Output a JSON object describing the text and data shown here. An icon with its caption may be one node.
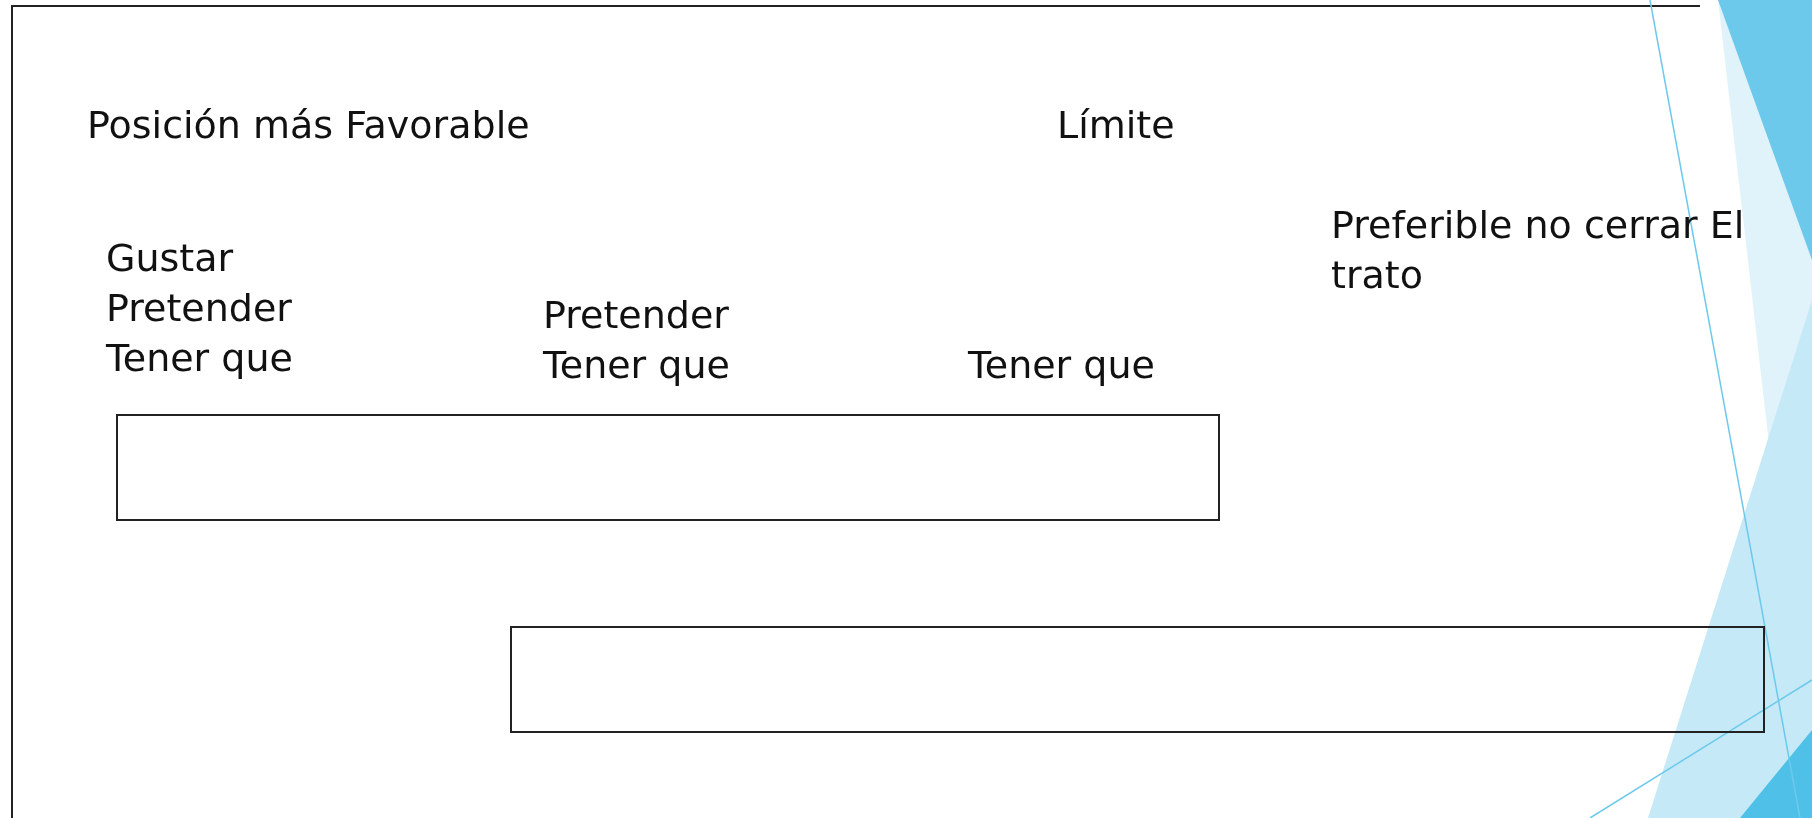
{
  "diagram": {
    "nodes": [
      {
        "text": [],
        "shape": "box"
      },
      {
        "text": [],
        "shape": "box"
      }
    ],
    "labels": [
      "Posición más Favorable",
      "Límite",
      "Gustar",
      "Pretender",
      "Tener que",
      "Preferible no cerrar El trato",
      "Pretender",
      "Tener que",
      "Tener que"
    ]
  }
}
